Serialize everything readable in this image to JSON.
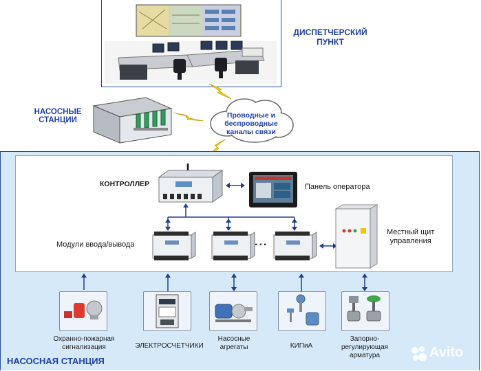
{
  "dispatch": {
    "title_line1": "ДИСПЕТЧЕРСКИЙ",
    "title_line2": "ПУНКТ"
  },
  "pump_stations": {
    "line1": "НАСОСНЫЕ",
    "line2": "СТАНЦИИ"
  },
  "cloud": {
    "line1": "Проводные и",
    "line2": "беспроводные",
    "line3": "каналы связи"
  },
  "controller": {
    "label": "КОНТРОЛЛЕР"
  },
  "operator_panel": {
    "label": "Панель оператора"
  },
  "io_modules": {
    "label": "Модули ввода/вывода",
    "ellipsis": "..."
  },
  "local_panel": {
    "line1": "Местный щит",
    "line2": "управления"
  },
  "devices": [
    {
      "line1": "Охранно-пожарная",
      "line2": "сигнализация"
    },
    {
      "line1": "ЭЛЕКТРОСЧЕТЧИКИ",
      "line2": ""
    },
    {
      "line1": "Насосные",
      "line2": "агрегаты"
    },
    {
      "line1": "КИПиА",
      "line2": ""
    },
    {
      "line1": "Запорно-",
      "line2": "регулирующая",
      "line3": "арматура"
    }
  ],
  "station": {
    "label": "НАСОСНАЯ СТАНЦИЯ"
  },
  "watermark": {
    "text": "Avito"
  },
  "colors": {
    "accent": "#1f3fa8",
    "frame": "#1f4fa0",
    "bg_panel": "#d6e9f8",
    "bolt": "#f2d21b"
  }
}
